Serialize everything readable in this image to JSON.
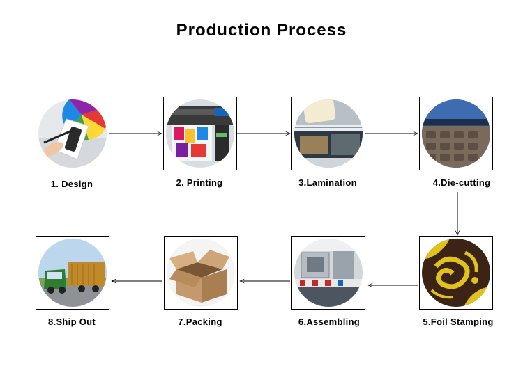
{
  "title": "Production Process",
  "steps": [
    {
      "label": "1. Design",
      "icon": "design-palette-illustration"
    },
    {
      "label": "2. Printing",
      "icon": "printer-illustration"
    },
    {
      "label": "3.Lamination",
      "icon": "lamination-roller-illustration"
    },
    {
      "label": "4.Die-cutting",
      "icon": "die-cutting-machine-illustration"
    },
    {
      "label": "5.Foil Stamping",
      "icon": "gold-foil-pattern-illustration"
    },
    {
      "label": "6.Assembling",
      "icon": "assembly-line-illustration"
    },
    {
      "label": "7.Packing",
      "icon": "cardboard-box-illustration"
    },
    {
      "label": "8.Ship Out",
      "icon": "cargo-truck-illustration"
    }
  ]
}
